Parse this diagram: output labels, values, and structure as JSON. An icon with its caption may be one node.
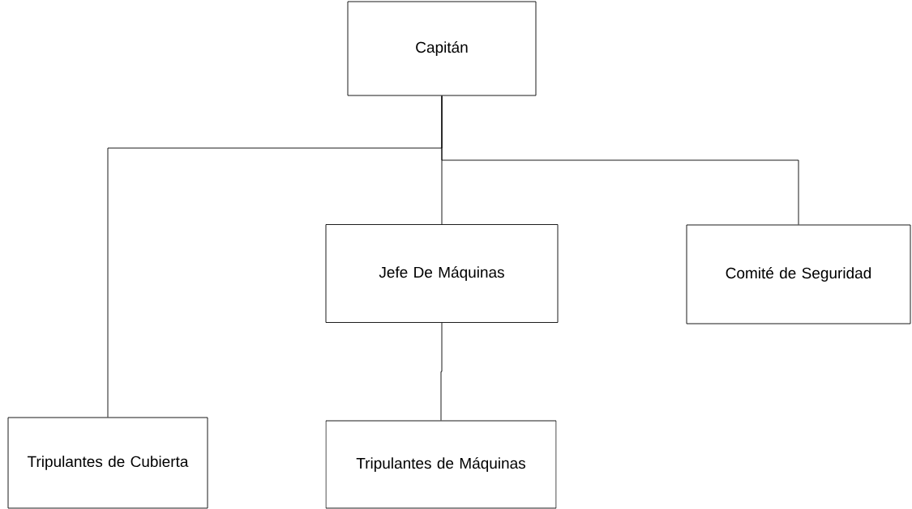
{
  "diagram": {
    "nodes": [
      {
        "text": [
          "Capitán"
        ]
      },
      {
        "text": [
          "Jefe De Máquinas"
        ]
      },
      {
        "text": [
          "Comité de Seguridad"
        ]
      },
      {
        "text": [
          "Tripulantes de Cubierta"
        ]
      },
      {
        "text": [
          "Tripulantes de Máquinas"
        ]
      }
    ],
    "edges": [
      {
        "from": 0,
        "to": 3,
        "arrow": "none"
      },
      {
        "from": 0,
        "to": 1,
        "arrow": "none"
      },
      {
        "from": 0,
        "to": 2,
        "arrow": "none"
      },
      {
        "from": 1,
        "to": 4,
        "arrow": "none"
      }
    ]
  }
}
